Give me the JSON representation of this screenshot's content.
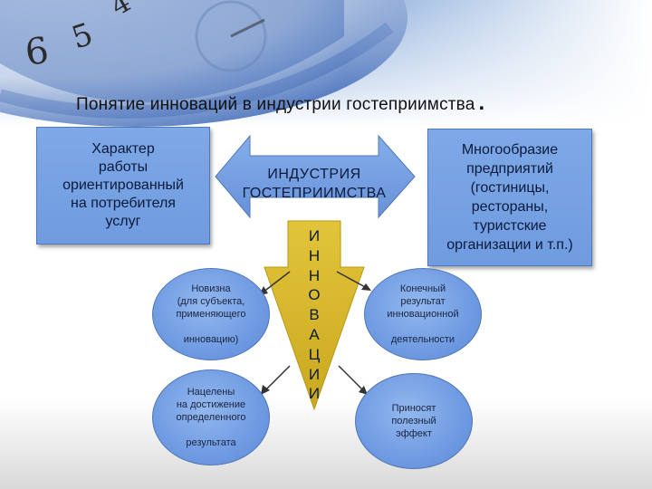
{
  "colors": {
    "box_fill": "#7aa4e4",
    "arrow_fill": "#d6b82e",
    "ellipse_fill": "#7aa3e6",
    "text": "#0a1a3a"
  },
  "title": "Понятие инноваций в индустрии гостеприимства",
  "title_dot": ".",
  "left_box": "Характер\nработы\nориентированный\nна потребителя\nуслуг",
  "right_box": "Многообразие\nпредприятий\n(гостиницы,\nрестораны,\nтуристские\nорганизации и т.п.)",
  "arrow_label": "ИНДУСТРИЯ\nГОСТЕПРИИМСТВА",
  "vertical_label": "И\nН\nН\nО\nВ\nА\nЦ\nИ\nИ",
  "ellipses": {
    "novelty": "Новизна\n(для субъекта,\nприменяющего\n\nинновацию)",
    "target": "Нацелены\nна достижение\nопределенного\n\nрезультата",
    "final": "Конечный\nрезультат\nинновационной\n\nдеятельности",
    "benefit": "Приносят\nполезный\nэффект"
  },
  "background_digits": [
    "6",
    "5",
    "4"
  ]
}
